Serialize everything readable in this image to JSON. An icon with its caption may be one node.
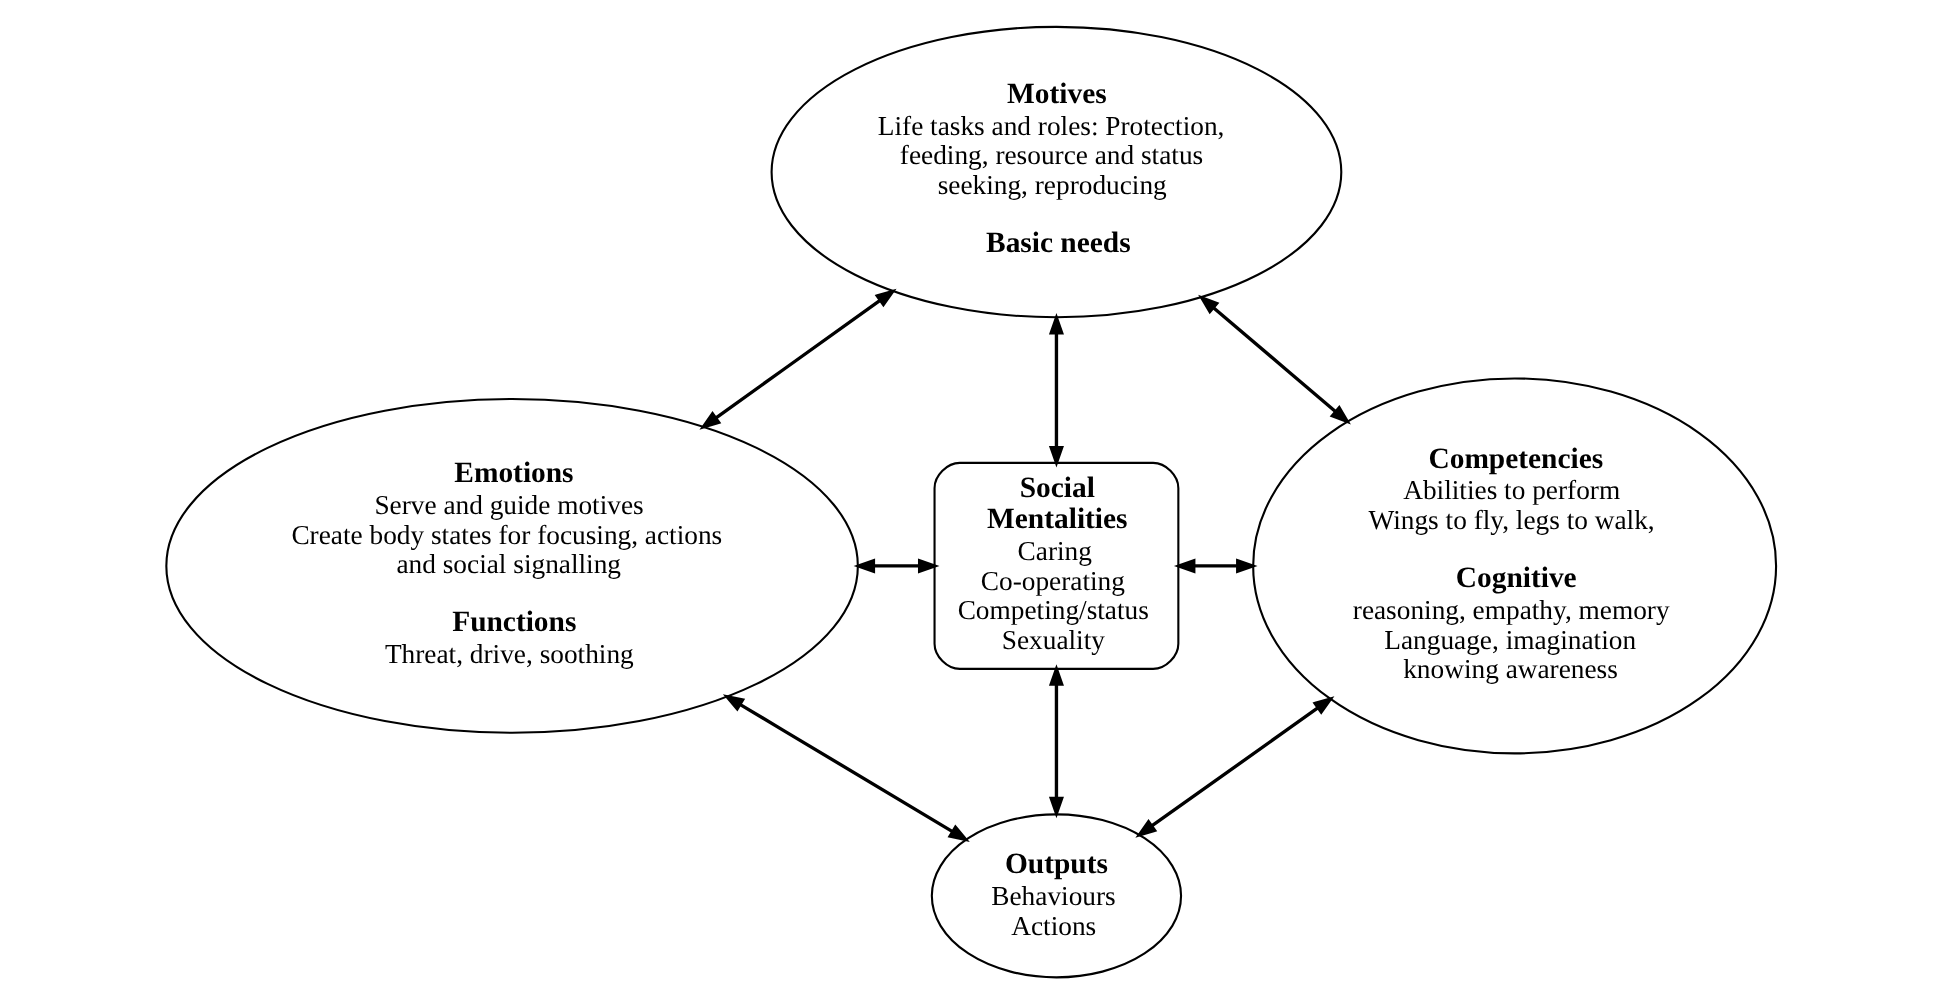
{
  "diagram": {
    "nodes": [
      {
        "text": [
          "Motives",
          "Life tasks and roles: Protection, feeding, resource and status seeking, reproducing",
          "Basic needs"
        ]
      },
      {
        "text": [
          "Emotions",
          "Serve and guide motives",
          "Create body states for focusing, actions and social signalling",
          "Functions",
          "Threat, drive, soothing"
        ]
      },
      {
        "text": [
          "Social Mentalities",
          "Caring",
          "Co-operating",
          "Competing/status",
          "Sexuality"
        ]
      },
      {
        "text": [
          "Competencies",
          "Abilities to perform",
          "Wings to fly, legs to walk,",
          "Cognitive",
          "reasoning, empathy, memory",
          "Language, imagination",
          "knowing awareness"
        ]
      },
      {
        "text": [
          "Outputs",
          "Behaviours",
          "Actions"
        ]
      }
    ],
    "edges": [
      {
        "from": 0,
        "to": 1,
        "arrow": "both"
      },
      {
        "from": 0,
        "to": 3,
        "arrow": "both"
      },
      {
        "from": 0,
        "to": 2,
        "arrow": "both"
      },
      {
        "from": 1,
        "to": 2,
        "arrow": "both"
      },
      {
        "from": 2,
        "to": 3,
        "arrow": "both"
      },
      {
        "from": 2,
        "to": 4,
        "arrow": "both"
      },
      {
        "from": 1,
        "to": 4,
        "arrow": "both"
      },
      {
        "from": 3,
        "to": 4,
        "arrow": "both"
      }
    ]
  }
}
